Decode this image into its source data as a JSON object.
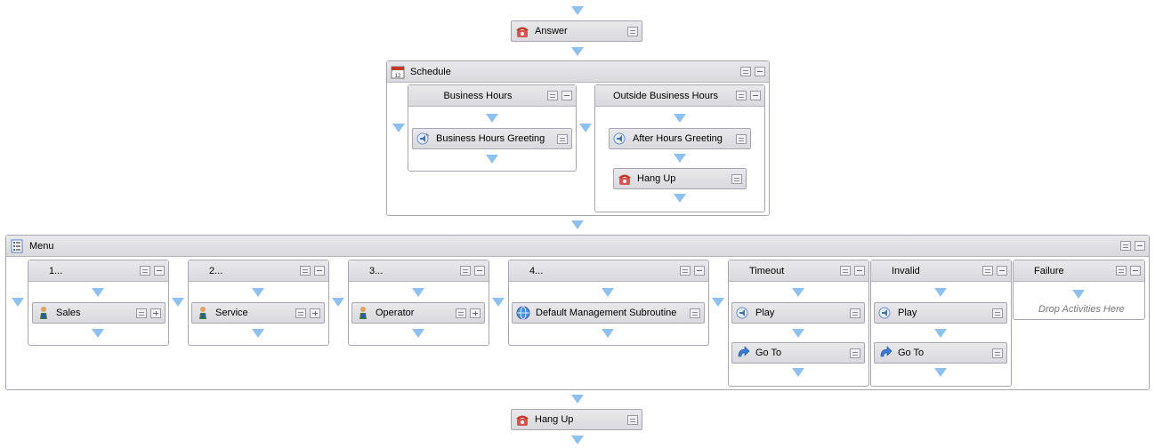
{
  "answer": {
    "label": "Answer"
  },
  "schedule": {
    "label": "Schedule",
    "business_hours": {
      "label": "Business Hours",
      "greeting": "Business Hours Greeting"
    },
    "outside_hours": {
      "label": "Outside Business Hours",
      "greeting": "After Hours Greeting",
      "hangup": "Hang Up"
    }
  },
  "menu": {
    "label": "Menu",
    "options": [
      {
        "label": "1...",
        "activity": "Sales"
      },
      {
        "label": "2...",
        "activity": "Service"
      },
      {
        "label": "3...",
        "activity": "Operator"
      },
      {
        "label": "4...",
        "activity": "Default Management Subroutine"
      }
    ],
    "timeout": {
      "label": "Timeout",
      "play": "Play",
      "goto": "Go To"
    },
    "invalid": {
      "label": "Invalid",
      "play": "Play",
      "goto": "Go To"
    },
    "failure": {
      "label": "Failure",
      "drop_text": "Drop Activities Here"
    }
  },
  "hangup_final": {
    "label": "Hang Up"
  },
  "colors": {
    "arrow": "#8ec1ef",
    "border": "#a7a7b2",
    "header": "#dcdce1"
  },
  "icons": {
    "phone": "phone-icon",
    "calendar": "calendar-icon",
    "menu": "menu-list-icon",
    "person": "person-icon",
    "globe": "globe-icon",
    "speaker": "play-speaker-icon",
    "goto": "goto-arrow-icon"
  }
}
